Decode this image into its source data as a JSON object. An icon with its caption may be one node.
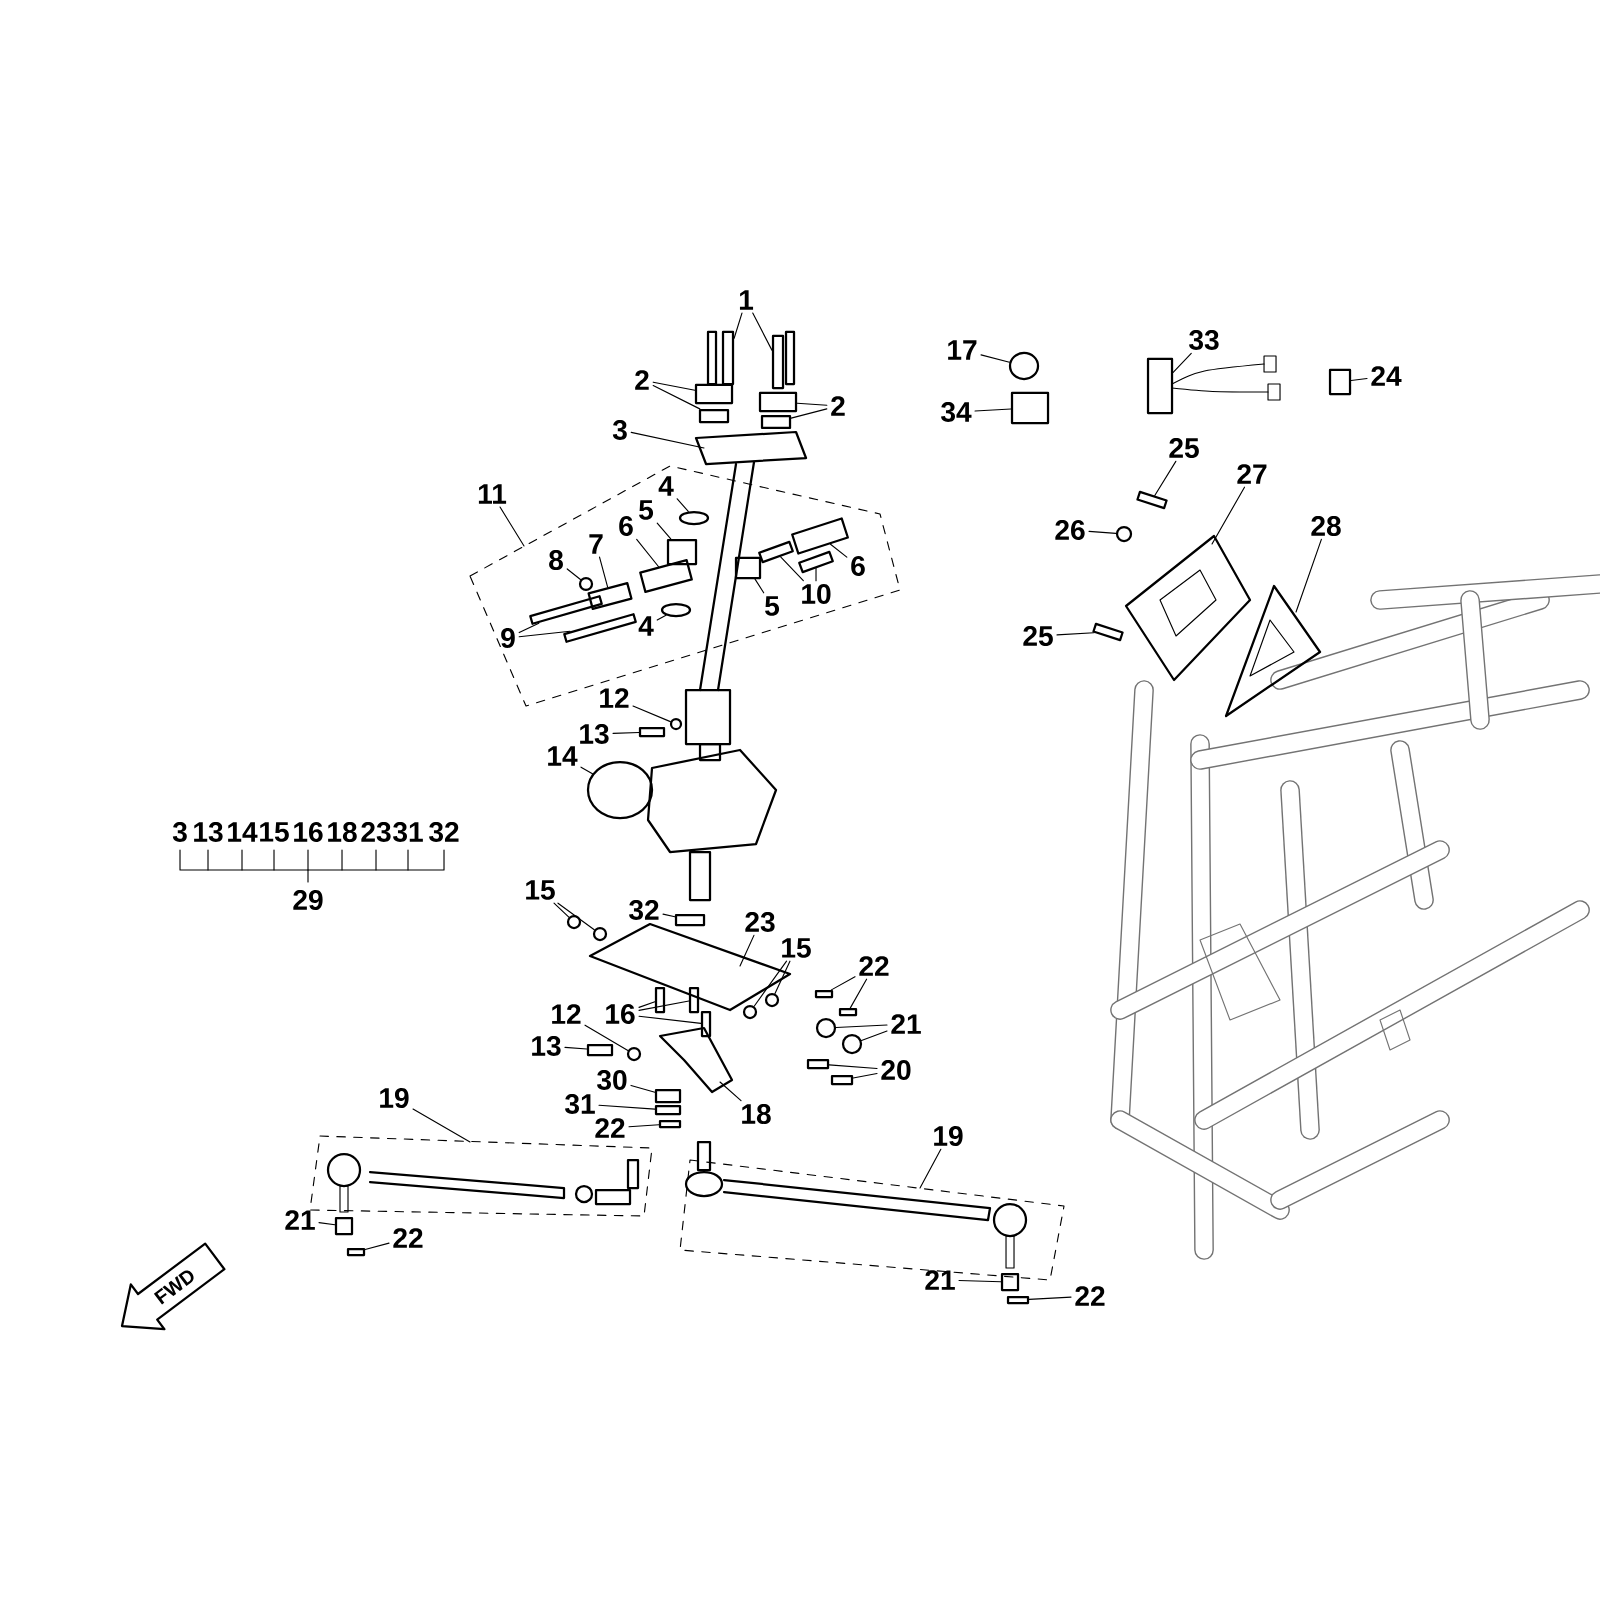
{
  "diagram": {
    "nodes": [
      {
        "text": [
          "1"
        ]
      },
      {
        "text": [
          "17"
        ]
      },
      {
        "text": [
          "33"
        ]
      },
      {
        "text": [
          "2"
        ]
      },
      {
        "text": [
          "24"
        ]
      },
      {
        "text": [
          "2"
        ]
      },
      {
        "text": [
          "34"
        ]
      },
      {
        "text": [
          "3"
        ]
      },
      {
        "text": [
          "25"
        ]
      },
      {
        "text": [
          "27"
        ]
      },
      {
        "text": [
          "4"
        ],
        "in": 47
      },
      {
        "text": [
          "11"
        ]
      },
      {
        "text": [
          "5"
        ],
        "in": 47
      },
      {
        "text": [
          "6"
        ],
        "in": 47
      },
      {
        "text": [
          "28"
        ]
      },
      {
        "text": [
          "26"
        ]
      },
      {
        "text": [
          "7"
        ],
        "in": 47
      },
      {
        "text": [
          "8"
        ],
        "in": 47
      },
      {
        "text": [
          "6"
        ],
        "in": 47
      },
      {
        "text": [
          "10"
        ],
        "in": 47
      },
      {
        "text": [
          "5"
        ],
        "in": 47
      },
      {
        "text": [
          "4"
        ],
        "in": 47
      },
      {
        "text": [
          "25"
        ]
      },
      {
        "text": [
          "9"
        ],
        "in": 47
      },
      {
        "text": [
          "12"
        ]
      },
      {
        "text": [
          "13"
        ]
      },
      {
        "text": [
          "14"
        ]
      },
      {
        "text": [
          "15"
        ]
      },
      {
        "text": [
          "32"
        ]
      },
      {
        "text": [
          "23"
        ]
      },
      {
        "text": [
          "15"
        ]
      },
      {
        "text": [
          "22"
        ]
      },
      {
        "text": [
          "12"
        ]
      },
      {
        "text": [
          "16"
        ]
      },
      {
        "text": [
          "21"
        ]
      },
      {
        "text": [
          "13"
        ]
      },
      {
        "text": [
          "20"
        ]
      },
      {
        "text": [
          "30"
        ]
      },
      {
        "text": [
          "19"
        ]
      },
      {
        "text": [
          "31"
        ]
      },
      {
        "text": [
          "18"
        ]
      },
      {
        "text": [
          "22"
        ]
      },
      {
        "text": [
          "19"
        ]
      },
      {
        "text": [
          "21"
        ]
      },
      {
        "text": [
          "22"
        ]
      },
      {
        "text": [
          "21"
        ]
      },
      {
        "text": [
          "22"
        ]
      },
      {
        "text": [],
        "shape": "picture"
      },
      {
        "text": [],
        "shape": "picture"
      },
      {
        "text": [],
        "shape": "picture"
      },
      {
        "text": [],
        "shape": "bar"
      },
      {
        "text": [],
        "shape": "bar"
      },
      {
        "text": [],
        "shape": "circle"
      },
      {
        "text": [],
        "shape": "box"
      },
      {
        "text": [],
        "shape": "box"
      },
      {
        "text": [],
        "shape": "box"
      },
      {
        "text": [],
        "shape": "box"
      },
      {
        "text": [],
        "shape": "box"
      },
      {
        "text": [],
        "shape": "box"
      },
      {
        "text": [],
        "shape": "box"
      },
      {
        "text": [],
        "shape": "picture"
      },
      {
        "text": [],
        "shape": "bar"
      },
      {
        "text": [],
        "shape": "picture"
      },
      {
        "text": [],
        "shape": "circle",
        "in": 47
      },
      {
        "text": [],
        "shape": "box",
        "in": 47
      },
      {
        "text": [],
        "shape": "box",
        "in": 47
      },
      {
        "text": [],
        "shape": "picture"
      },
      {
        "text": [],
        "shape": "circle"
      },
      {
        "text": [],
        "shape": "box",
        "in": 47
      },
      {
        "text": [],
        "shape": "circle",
        "in": 47
      },
      {
        "text": [],
        "shape": "box",
        "in": 47
      },
      {
        "text": [],
        "shape": "bar",
        "in": 47
      },
      {
        "text": [],
        "shape": "bar",
        "in": 47
      },
      {
        "text": [],
        "shape": "box",
        "in": 47
      },
      {
        "text": [],
        "shape": "circle",
        "in": 47
      },
      {
        "text": [],
        "shape": "bar"
      },
      {
        "text": [],
        "shape": "bar",
        "in": 47
      },
      {
        "text": [],
        "shape": "bar",
        "in": 47
      },
      {
        "text": [],
        "shape": "circle"
      },
      {
        "text": [],
        "shape": "bar"
      },
      {
        "text": [],
        "shape": "circle"
      },
      {
        "text": [],
        "shape": "circle"
      },
      {
        "text": [],
        "shape": "circle"
      },
      {
        "text": [],
        "shape": "box"
      },
      {
        "text": [],
        "shape": "picture"
      },
      {
        "text": [],
        "shape": "circle"
      },
      {
        "text": [],
        "shape": "circle"
      },
      {
        "text": [],
        "shape": "bar"
      },
      {
        "text": [],
        "shape": "bar"
      },
      {
        "text": [],
        "shape": "circle"
      },
      {
        "text": [],
        "shape": "bar"
      },
      {
        "text": [],
        "shape": "bar"
      },
      {
        "text": [],
        "shape": "bar"
      },
      {
        "text": [],
        "shape": "circle"
      },
      {
        "text": [],
        "shape": "circle"
      },
      {
        "text": [],
        "shape": "bar"
      },
      {
        "text": [],
        "shape": "box"
      },
      {
        "text": [],
        "shape": "box"
      },
      {
        "text": [],
        "shape": "box"
      },
      {
        "text": [],
        "shape": "box"
      },
      {
        "text": [],
        "shape": "picture"
      },
      {
        "text": [],
        "shape": "bar"
      },
      {
        "text": [],
        "shape": "box"
      },
      {
        "text": [],
        "shape": "bar"
      },
      {
        "text": [],
        "shape": "box"
      },
      {
        "text": [],
        "shape": "bar"
      }
    ],
    "edges": [
      {
        "from": 0,
        "to": 50,
        "arrow": "none"
      },
      {
        "from": 0,
        "to": 51,
        "arrow": "none"
      },
      {
        "from": 1,
        "to": 52,
        "arrow": "none"
      },
      {
        "from": 2,
        "to": 53,
        "arrow": "none"
      },
      {
        "from": 3,
        "to": 54,
        "arrow": "none"
      },
      {
        "from": 3,
        "to": 55,
        "arrow": "none"
      },
      {
        "from": 4,
        "to": 56,
        "arrow": "none"
      },
      {
        "from": 5,
        "to": 57,
        "arrow": "none"
      },
      {
        "from": 5,
        "to": 58,
        "arrow": "none"
      },
      {
        "from": 6,
        "to": 59,
        "arrow": "none"
      },
      {
        "from": 7,
        "to": 60,
        "arrow": "none"
      },
      {
        "from": 8,
        "to": 61,
        "arrow": "none"
      },
      {
        "from": 9,
        "to": 62,
        "arrow": "none"
      },
      {
        "from": 10,
        "to": 63,
        "arrow": "none"
      },
      {
        "from": 11,
        "to": 47,
        "arrow": "none"
      },
      {
        "from": 12,
        "to": 64,
        "arrow": "none"
      },
      {
        "from": 13,
        "to": 65,
        "arrow": "none"
      },
      {
        "from": 14,
        "to": 66,
        "arrow": "none"
      },
      {
        "from": 15,
        "to": 67,
        "arrow": "none"
      },
      {
        "from": 16,
        "to": 68,
        "arrow": "none"
      },
      {
        "from": 17,
        "to": 69,
        "arrow": "none"
      },
      {
        "from": 18,
        "to": 70,
        "arrow": "none"
      },
      {
        "from": 19,
        "to": 71,
        "arrow": "none"
      },
      {
        "from": 19,
        "to": 72,
        "arrow": "none"
      },
      {
        "from": 20,
        "to": 73,
        "arrow": "none"
      },
      {
        "from": 21,
        "to": 74,
        "arrow": "none"
      },
      {
        "from": 22,
        "to": 75,
        "arrow": "none"
      },
      {
        "from": 23,
        "to": 76,
        "arrow": "none"
      },
      {
        "from": 23,
        "to": 77,
        "arrow": "none"
      },
      {
        "from": 24,
        "to": 78,
        "arrow": "none"
      },
      {
        "from": 25,
        "to": 79,
        "arrow": "none"
      },
      {
        "from": 26,
        "to": 80,
        "arrow": "none"
      },
      {
        "from": 27,
        "to": 81,
        "arrow": "none"
      },
      {
        "from": 27,
        "to": 82,
        "arrow": "none"
      },
      {
        "from": 28,
        "to": 83,
        "arrow": "none"
      },
      {
        "from": 29,
        "to": 84,
        "arrow": "none"
      },
      {
        "from": 30,
        "to": 85,
        "arrow": "none"
      },
      {
        "from": 30,
        "to": 86,
        "arrow": "none"
      },
      {
        "from": 31,
        "to": 87,
        "arrow": "none"
      },
      {
        "from": 31,
        "to": 88,
        "arrow": "none"
      },
      {
        "from": 32,
        "to": 89,
        "arrow": "none"
      },
      {
        "from": 33,
        "to": 90,
        "arrow": "none"
      },
      {
        "from": 33,
        "to": 91,
        "arrow": "none"
      },
      {
        "from": 33,
        "to": 92,
        "arrow": "none"
      },
      {
        "from": 34,
        "to": 93,
        "arrow": "none"
      },
      {
        "from": 34,
        "to": 94,
        "arrow": "none"
      },
      {
        "from": 35,
        "to": 95,
        "arrow": "none"
      },
      {
        "from": 36,
        "to": 96,
        "arrow": "none"
      },
      {
        "from": 36,
        "to": 97,
        "arrow": "none"
      },
      {
        "from": 37,
        "to": 98,
        "arrow": "none"
      },
      {
        "from": 38,
        "to": 48,
        "arrow": "none"
      },
      {
        "from": 39,
        "to": 99,
        "arrow": "none"
      },
      {
        "from": 40,
        "to": 100,
        "arrow": "none"
      },
      {
        "from": 41,
        "to": 101,
        "arrow": "none"
      },
      {
        "from": 42,
        "to": 49,
        "arrow": "none"
      },
      {
        "from": 43,
        "to": 102,
        "arrow": "none"
      },
      {
        "from": 44,
        "to": 103,
        "arrow": "none"
      },
      {
        "from": 45,
        "to": 104,
        "arrow": "none"
      },
      {
        "from": 46,
        "to": 105,
        "arrow": "none"
      }
    ],
    "labels": [
      "3",
      "13",
      "14",
      "15",
      "16",
      "18",
      "23",
      "31",
      "32",
      "29",
      "FWD"
    ]
  }
}
